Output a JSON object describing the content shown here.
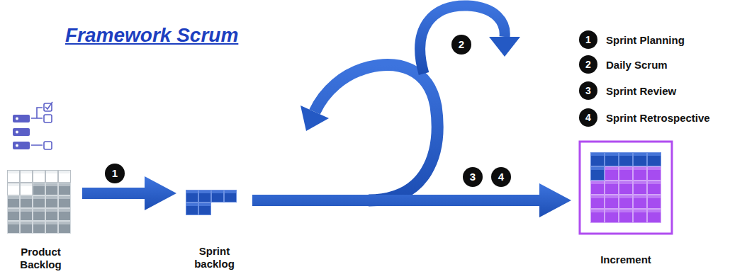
{
  "diagram": {
    "title": "Framework Scrum",
    "nodes": [
      {
        "text": [
          "Product Backlog"
        ]
      },
      {
        "text": [
          "Sprint backlog"
        ]
      },
      {
        "text": [
          "Increment"
        ]
      }
    ],
    "edges": [
      {
        "from": 0,
        "to": 1,
        "arrow": "to"
      },
      {
        "from": 1,
        "to": 2,
        "arrow": "to"
      }
    ],
    "labels": [
      "1",
      "2",
      "3",
      "4",
      "1",
      "2",
      "3",
      "4"
    ],
    "legend": [
      {
        "text": "Sprint Planning"
      },
      {
        "text": "Daily Scrum"
      },
      {
        "text": "Sprint Review"
      },
      {
        "text": "Sprint Retrospective"
      }
    ]
  }
}
